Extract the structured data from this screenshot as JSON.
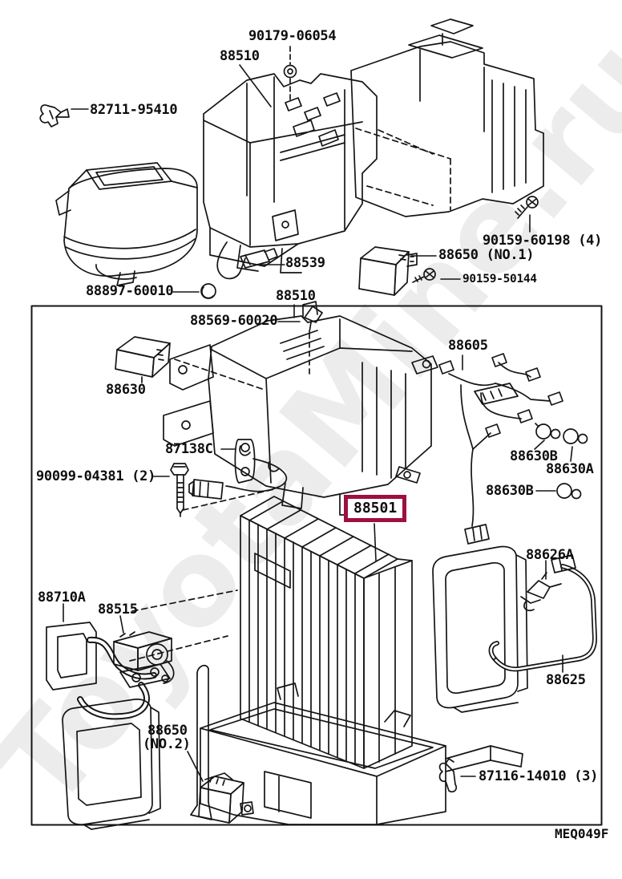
{
  "watermark": "ToyotaMine.ru",
  "figure": {
    "code": "MEQ049F",
    "highlight_color": "#9e1040",
    "line_color": "#151515"
  },
  "labels": {
    "nut_90179": "90179-06054",
    "case_88510_top": "88510",
    "clip_82711": "82711-95410",
    "hose_88539": "88539",
    "plug_88897": "88897-60010",
    "screw_90159_60198": "90159-60198 (4)",
    "amp_88650_no1": "88650 (NO.1)",
    "screw_90159_50144": "90159-50144",
    "case_88510_lower": "88510",
    "clip_88569": "88569-60020",
    "relay_88630": "88630",
    "harness_88605": "88605",
    "thermistor_87138c": "87138C",
    "bolt_90099": "90099-04381 (2)",
    "evaporator_88501": "88501",
    "sensor_88630b_upper": "88630B",
    "sensor_88630a": "88630A",
    "sensor_88630b_lower": "88630B",
    "clip_88626a": "88626A",
    "bracket_88710a": "88710A",
    "valve_88515": "88515",
    "amp_88650_no2_line1": "88650",
    "amp_88650_no2_line2": "(NO.2)",
    "tube_88625": "88625",
    "clip_87116": "87116-14010 (3)"
  }
}
